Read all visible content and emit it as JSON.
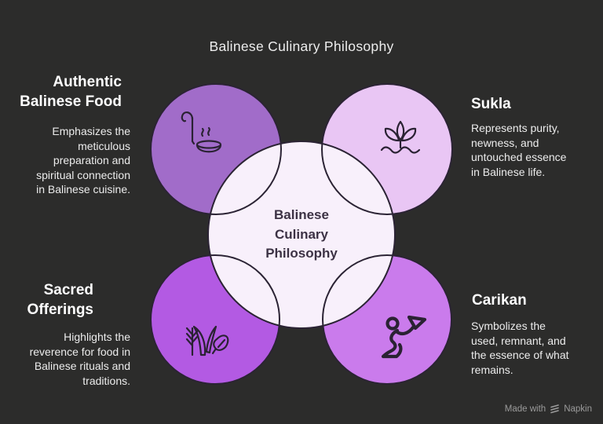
{
  "title": "Balinese Culinary Philosophy",
  "center": {
    "label": "Balinese\nCulinary\nPhilosophy",
    "circle_color": "#f8f0fb"
  },
  "sections": {
    "top_left": {
      "heading": "Authentic\nBalinese Food",
      "description": "Emphasizes the\nmeticulous\npreparation and\nspiritual connection\nin Balinese cuisine.",
      "icon": "ladle-steam-icon",
      "circle_color": "#a16cc9"
    },
    "top_right": {
      "heading": "Sukla",
      "description": "Represents purity,\nnewness, and\nuntouched essence\nin Balinese life.",
      "icon": "lotus-water-icon",
      "circle_color": "#e9c6f4"
    },
    "bottom_left": {
      "heading": "Sacred\nOfferings",
      "description": "Highlights the\nreverence for food in\nBalinese rituals and\ntraditions.",
      "icon": "plants-leaf-icon",
      "circle_color": "#b35ae3"
    },
    "bottom_right": {
      "heading": "Carikan",
      "description": "Symbolizes the\nused, remnant, and\nthe essence of what\nremains.",
      "icon": "kneeling-offering-icon",
      "circle_color": "#ca7bec"
    }
  },
  "watermark": {
    "made_with": "Made with",
    "brand": "Napkin"
  },
  "colors": {
    "background": "#2c2c2b",
    "outline": "#2b2334",
    "heading_text": "#fdfdfd",
    "body_text": "#ececec",
    "center_text": "#3c3244",
    "watermark_text": "#9b9b9b"
  }
}
